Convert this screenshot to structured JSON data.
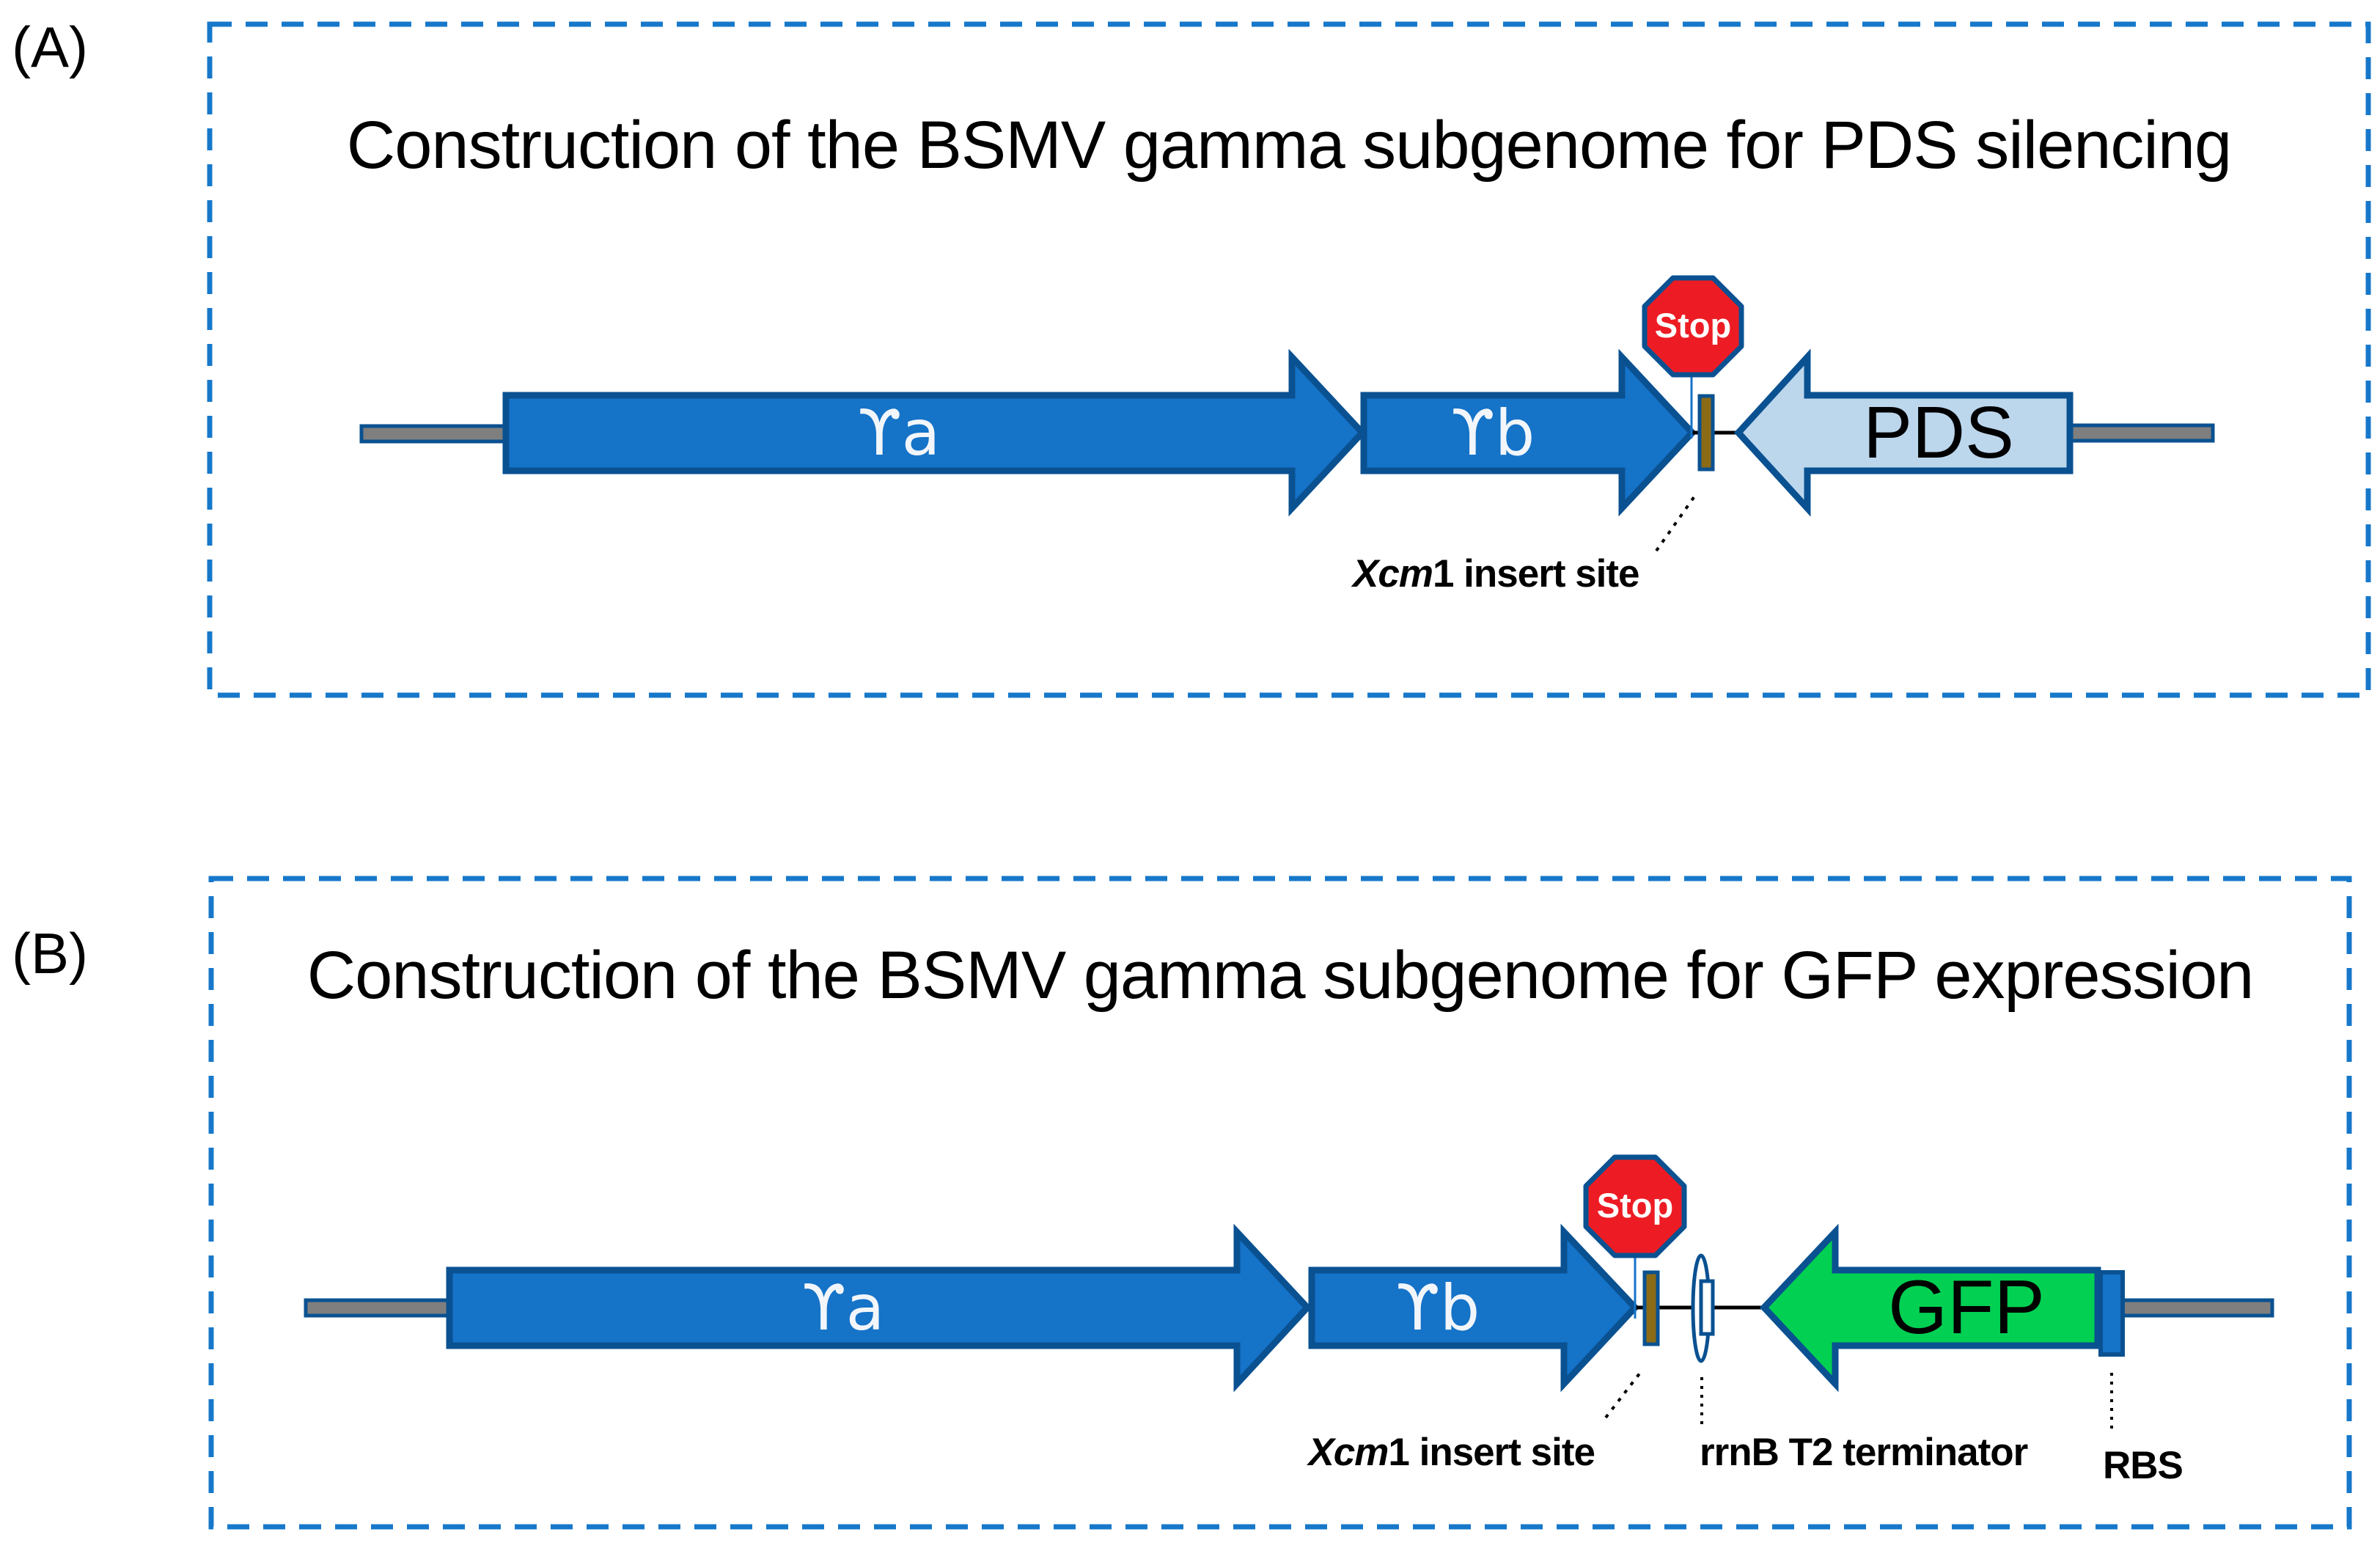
{
  "figure": {
    "panel_a": {
      "tag": "(A)",
      "title": "Construction of the BSMV gamma subgenome for PDS silencing",
      "gamma_a_label": "ϒa",
      "gamma_b_label": "ϒb",
      "stop_label": "Stop",
      "gene_label": "PDS",
      "insert_site_italic": "Xcm",
      "insert_site_rest": "1 insert site"
    },
    "panel_b": {
      "tag": "(B)",
      "title": "Construction of the BSMV gamma subgenome for GFP expression",
      "gamma_a_label": "ϒa",
      "gamma_b_label": "ϒb",
      "stop_label": "Stop",
      "gene_label": "GFP",
      "insert_site_italic": "Xcm",
      "insert_site_rest": "1 insert site",
      "terminator_label": "rrnB T2 terminator",
      "rbs_label": "RBS"
    },
    "colors": {
      "arrow_blue": "#1573C8",
      "border_navy": "#0A5191",
      "box_dash_blue": "#1778CA",
      "pale_blue": "#BCD6EC",
      "green": "#01D053",
      "stop_red": "#ED1C24",
      "insert_brown": "#8B6B16",
      "utr_gray": "#7F7F7F",
      "text_black": "#000000"
    }
  }
}
